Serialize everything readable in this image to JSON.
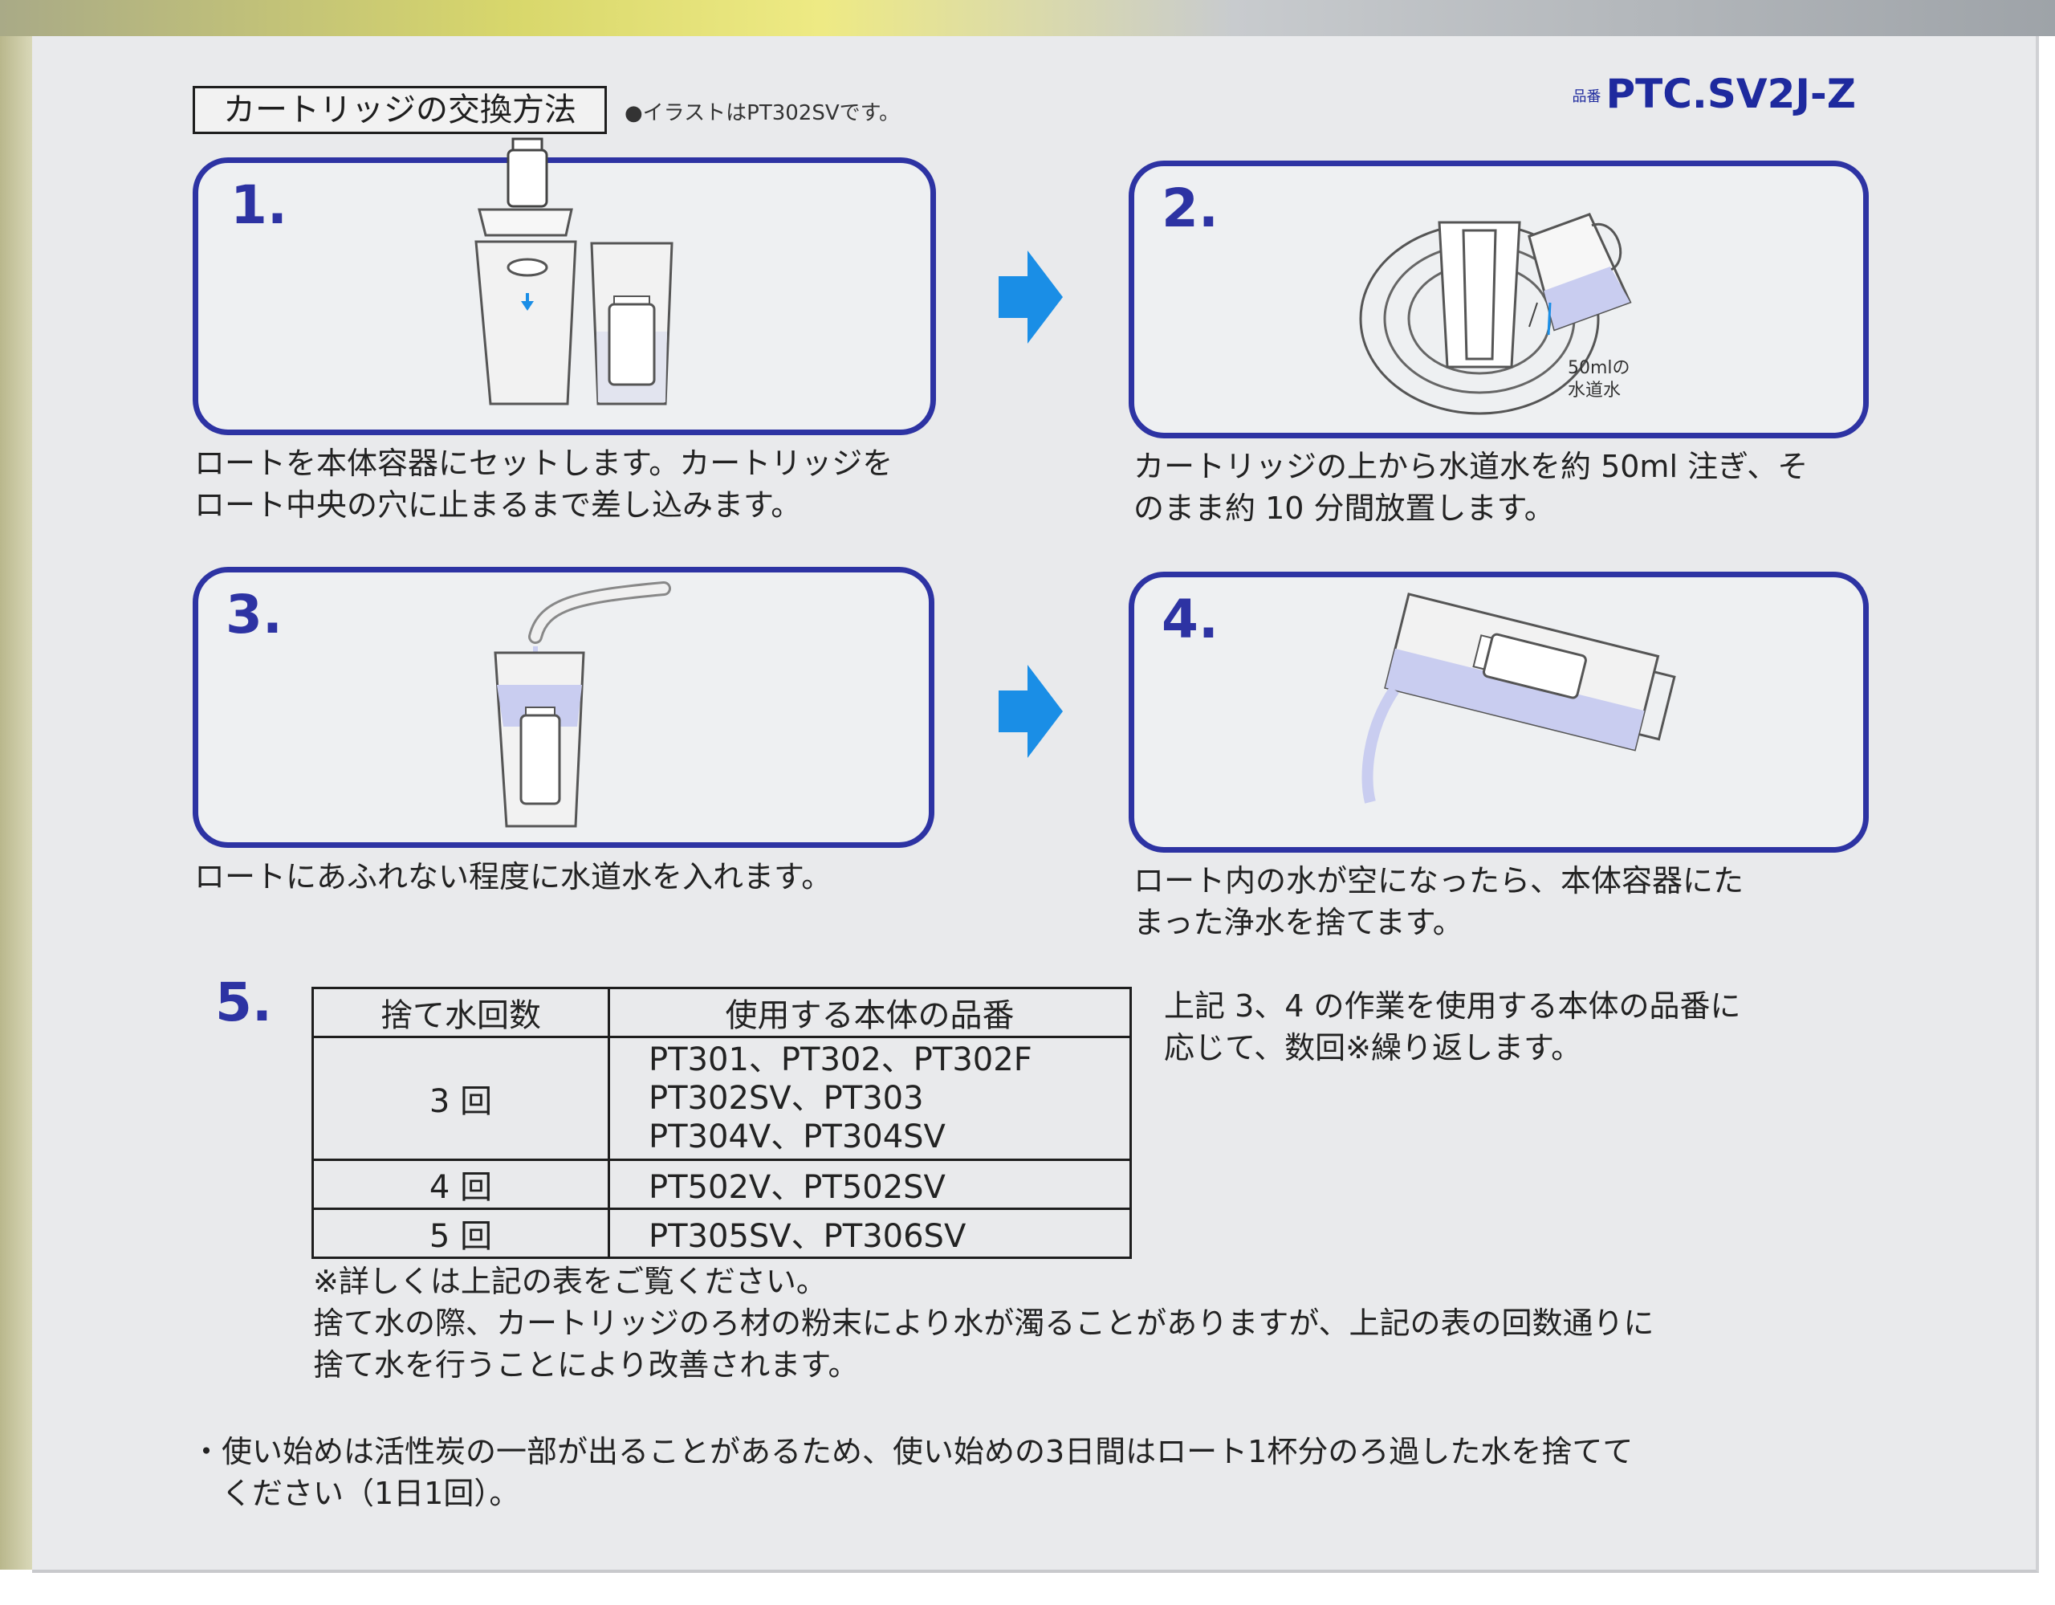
{
  "header": {
    "section_title": "カートリッジの交換方法",
    "illustration_note": "●イラストはPT302SVです。",
    "model_prefix": "品番",
    "model_number": "PTC.SV2J-Z"
  },
  "steps": [
    {
      "num": "1.",
      "caption_line1": "ロートを本体容器にセットします。カートリッジを",
      "caption_line2": "ロート中央の穴に止まるまで差し込みます。"
    },
    {
      "num": "2.",
      "caption_line1": "カートリッジの上から水道水を約 50ml 注ぎ、そ",
      "caption_line2": "のまま約 10 分間放置します。",
      "figure_label_line1": "50mlの",
      "figure_label_line2": "水道水"
    },
    {
      "num": "3.",
      "caption_line1": "ロートにあふれない程度に水道水を入れます。"
    },
    {
      "num": "4.",
      "caption_line1": "ロート内の水が空になったら、本体容器にた",
      "caption_line2": "まった浄水を捨てます。"
    }
  ],
  "step5": {
    "num": "5.",
    "table": {
      "headers": [
        "捨て水回数",
        "使用する本体の品番"
      ],
      "rows": [
        {
          "count": "3 回",
          "models": [
            "PT301、PT302、PT302F",
            "PT302SV、PT303",
            "PT304V、PT304SV"
          ]
        },
        {
          "count": "4 回",
          "models": [
            "PT502V、PT502SV"
          ]
        },
        {
          "count": "5 回",
          "models": [
            "PT305SV、PT306SV"
          ]
        }
      ]
    },
    "side_text_line1": "上記 3、4 の作業を使用する本体の品番に",
    "side_text_line2": "応じて、数回※繰り返します。",
    "note_line1": "※詳しくは上記の表をご覧ください。",
    "note_line2": "捨て水の際、カートリッジのろ材の粉末により水が濁ることがありますが、上記の表の回数通りに",
    "note_line3": "捨て水を行うことにより改善されます。"
  },
  "footer": {
    "bullet": "・",
    "line1": "使い始めは活性炭の一部が出ることがあるため、使い始めの3日間はロート1杯分のろ過した水を捨てて",
    "line2": "ください（1日1回）。"
  },
  "colors": {
    "accent": "#2d33a3",
    "arrow": "#1a8ee6",
    "water": "#c9cdf0",
    "panel": "#e9eaec"
  }
}
